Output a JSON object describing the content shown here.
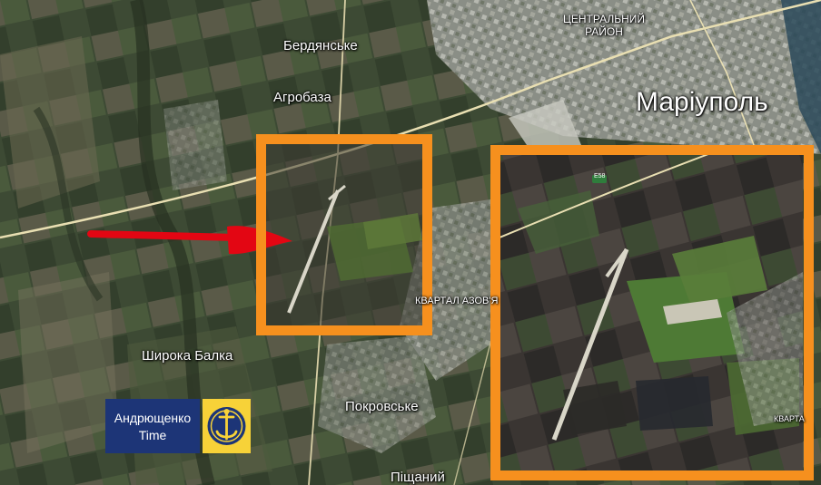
{
  "places": {
    "berdianske": "Бердянське",
    "ahrobaza": "Агробаза",
    "shyroka_balka": "Широка Балка",
    "pokrovske": "Покровське",
    "pishchanyi": "Піщаний",
    "tsentralnyi_raion_line1": "ЦЕНТРАЛЬНИЙ",
    "tsentralnyi_raion_line2": "РАЙОН",
    "mariupol": "Маріуполь",
    "kvartal_azov": "КВАРТАЛ АЗОВ'Я",
    "kvartal_right": "КВАРТА",
    "road_code": "E58"
  },
  "brand": {
    "name_line1": "Андрющенко",
    "name_line2": "Time",
    "logo_icon": "anchor-trident-icon"
  },
  "colors": {
    "frame": "#f6901e",
    "arrow": "#e30613",
    "brand_blue": "#1d3577",
    "brand_yellow": "#f7d238"
  }
}
